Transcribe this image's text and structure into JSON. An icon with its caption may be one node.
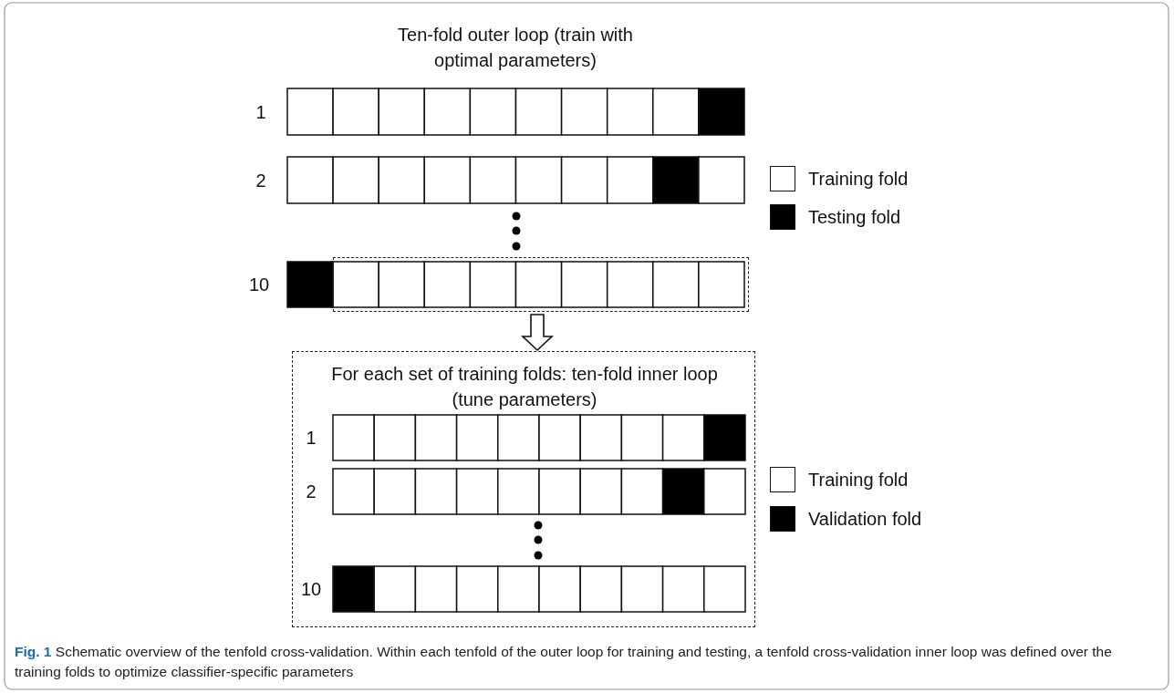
{
  "diagram": {
    "title": "Ten-fold outer loop (train with optimal parameters)",
    "caption": "**Fig. 1** Schematic overview of the tenfold cross-validation. Within each tenfold of the outer loop for training and testing, a tenfold cross-validation inner loop was defined over the training folds to optimize classifier-specific parameters",
    "nodes": [
      {
        "text": [],
        "shape": "box"
      },
      {
        "text": [
          "For each set of training folds: ten-fold inner loop (tune parameters)"
        ]
      }
    ],
    "edges": [
      {
        "from": 0,
        "to": 1,
        "arrow": "to"
      }
    ],
    "labels": [
      "1",
      "2",
      "10",
      "1",
      "2",
      "10"
    ],
    "legend": [
      {
        "text": "Training fold",
        "color": "#ffffff"
      },
      {
        "text": "Testing fold",
        "color": "#000000"
      },
      {
        "text": "Training fold",
        "color": "#ffffff"
      },
      {
        "text": "Validation fold",
        "color": "#000000"
      }
    ]
  }
}
